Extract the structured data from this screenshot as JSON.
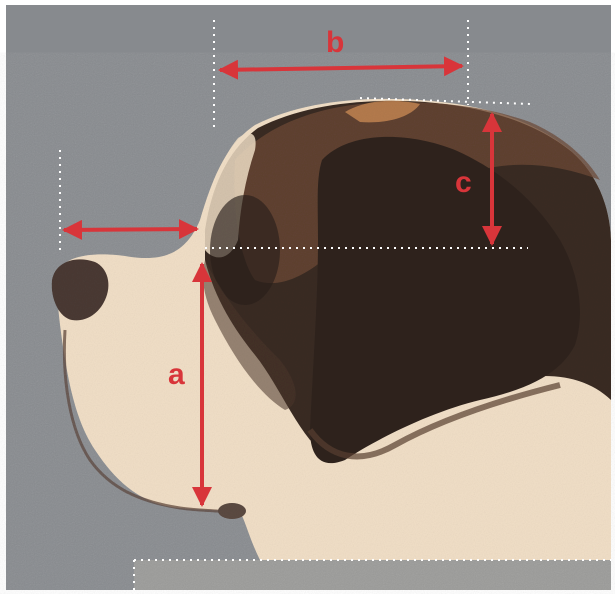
{
  "diagram": {
    "labels": {
      "a": "a",
      "b": "b",
      "c": "c"
    },
    "colors": {
      "background": "#878a8e",
      "annotation": "#d8353a",
      "guide": "#ffffff",
      "fur_white": "#f1dfc7",
      "fur_dark": "#3a2c24",
      "fur_brown": "#6e4a35",
      "fur_tan": "#c98a55",
      "nose": "#4a3a34"
    },
    "icons": {
      "subject": "dog-head-profile-illustration",
      "arrow": "double-headed-arrow"
    }
  }
}
